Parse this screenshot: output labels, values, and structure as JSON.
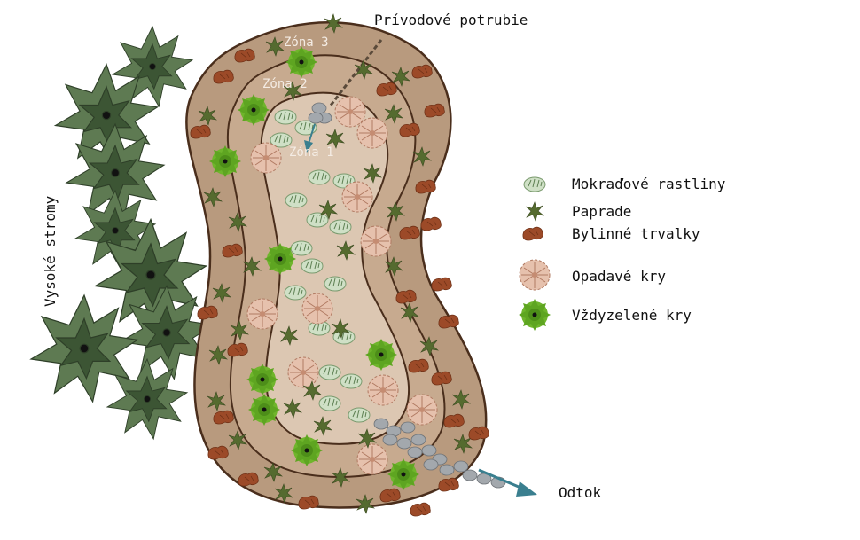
{
  "labels": {
    "inflow_pipe": "Prívodové potrubie",
    "outflow": "Odtok",
    "tall_trees": "Vysoké stromy",
    "zone1": "Zóna 1",
    "zone2": "Zóna 2",
    "zone3": "Zóna 3"
  },
  "legend": {
    "items": [
      {
        "label": "Mokraďové rastliny",
        "icon": "wetland-plant-icon"
      },
      {
        "label": "Paprade",
        "icon": "fern-icon"
      },
      {
        "label": "Bylinné trvalky",
        "icon": "perennial-herb-icon"
      },
      {
        "label": "Opadavé kry",
        "icon": "deciduous-shrub-icon"
      },
      {
        "label": "Vždyzelené kry",
        "icon": "evergreen-shrub-icon"
      }
    ]
  },
  "colors": {
    "outer_zone": "#b89a7e",
    "middle_zone": "#c8ab90",
    "inner_zone": "#dcc7b2",
    "outline": "#4a2e1c",
    "tree": "#5e7a52",
    "tree_dark": "#3c5534",
    "fern": "#556b2f",
    "perennial": "#9c4a28",
    "evergreen": "#6fb52c",
    "deciduous": "#d7a48a",
    "wetland": "#a7c59a",
    "rocks": "#9aa0a6",
    "arrow": "#3a7f8f"
  }
}
